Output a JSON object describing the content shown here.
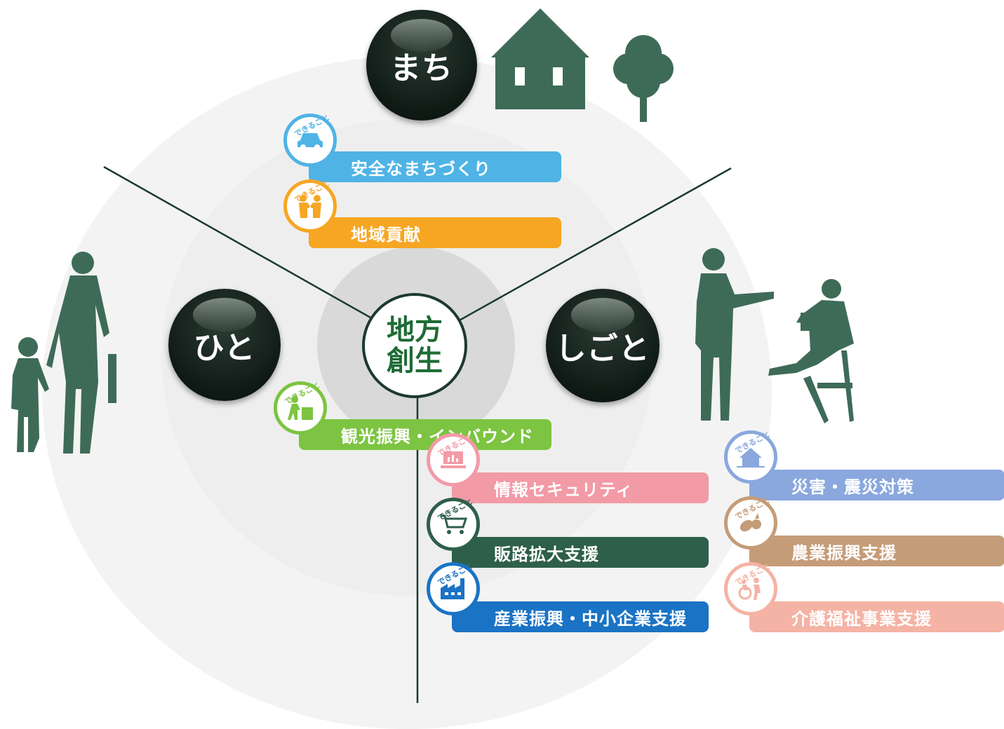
{
  "center": {
    "line1": "地方",
    "line2": "創生"
  },
  "orbs": {
    "machi": "まち",
    "hito": "ひと",
    "shigoto": "しごと"
  },
  "badge_tag": "できること",
  "items": [
    {
      "label": "安全なまちづくり",
      "color": "#4fb3e6"
    },
    {
      "label": "地域貢献",
      "color": "#f6a623"
    },
    {
      "label": "観光振興・インバウンド",
      "color": "#7cc441"
    },
    {
      "label": "情報セキュリティ",
      "color": "#f29aa6"
    },
    {
      "label": "販路拡大支援",
      "color": "#2e5f4a"
    },
    {
      "label": "産業振興・中小企業支援",
      "color": "#1a73c4"
    },
    {
      "label": "災害・震災対策",
      "color": "#8aa7de"
    },
    {
      "label": "農業振興支援",
      "color": "#c59c78"
    },
    {
      "label": "介護福祉事業支援",
      "color": "#f4b3a4"
    }
  ]
}
